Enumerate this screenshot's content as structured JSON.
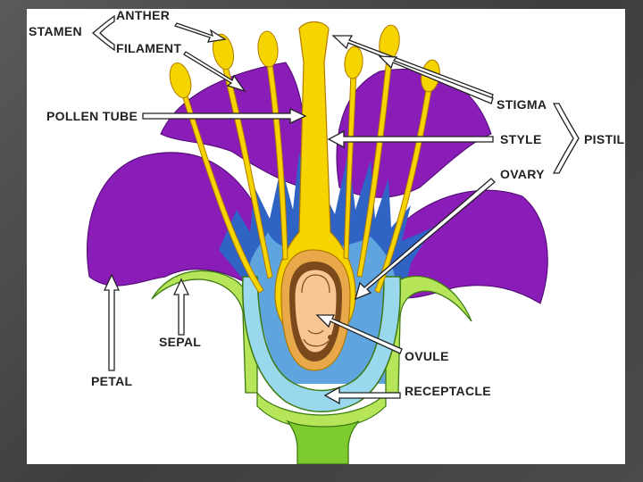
{
  "labels": {
    "anther": "ANTHER",
    "stamen": "STAMEN",
    "filament": "FILAMENT",
    "pollen_tube": "POLLEN TUBE",
    "stigma": "STIGMA",
    "style": "STYLE",
    "pistil": "PISTIL",
    "ovary": "OVARY",
    "sepal": "SEPAL",
    "petal": "PETAL",
    "ovule": "OVULE",
    "receptacle": "RECEPTACLE"
  },
  "colors": {
    "petal": "#8a1cb8",
    "sepal": "#b6e55a",
    "receptacle": "#9ad8ee",
    "stem": "#7ecb2f",
    "style": "#f5d400",
    "ovary": "#e9a94a",
    "ovule": "#f7c692",
    "inner_blue": "#2f63c4"
  }
}
